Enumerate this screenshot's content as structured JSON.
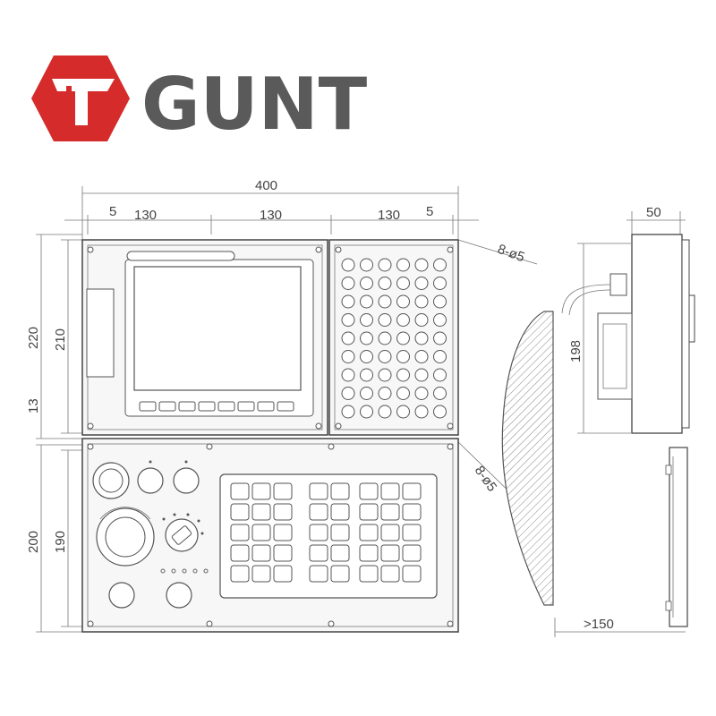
{
  "logo": {
    "text": "GUNT",
    "brand_red": "#d52b2b",
    "text_gray": "#5a5a5a"
  },
  "dimensions": {
    "total_width": "400",
    "margin_left": "5",
    "margin_right": "5",
    "section_1": "130",
    "section_2": "130",
    "section_3": "130",
    "upper_outer_height": "220",
    "upper_inner_height": "210",
    "gap": "13",
    "lower_outer_height": "200",
    "lower_inner_height": "190",
    "depth": "50",
    "side_height": "198",
    "mounting_depth": ">150",
    "holes_upper": "8-ø5",
    "holes_lower": "8-ø5"
  },
  "colors": {
    "highlight_key": "#7fd8ec",
    "line": "#555555"
  }
}
